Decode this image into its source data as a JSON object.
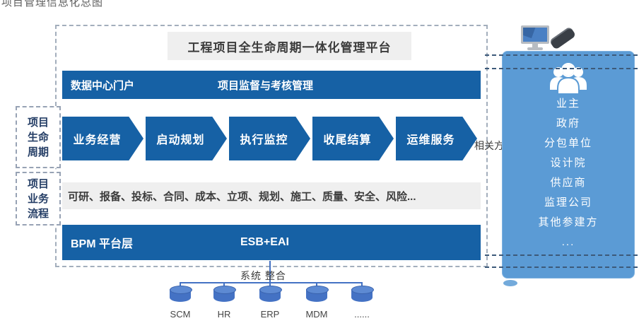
{
  "caption": "项目管理信息化总图",
  "colors": {
    "primary_dark_blue": "#1661a5",
    "stakeholder_panel_blue": "#5b9bd5",
    "cylinder_blue": "#4472c4",
    "bar_gray": "#efefef",
    "text_dark": "#3c3c3c",
    "side_label_navy": "#253e66"
  },
  "platform": {
    "title": "工程项目全生命周期一体化管理平台",
    "portal_bar": {
      "left": "数据中心门户",
      "right": "项目监督与考核管理"
    },
    "lifecycle_label": [
      "项目",
      "生命",
      "周期"
    ],
    "stages": [
      "业务经营",
      "启动规划",
      "执行监控",
      "收尾结算",
      "运维服务"
    ],
    "process_label": [
      "项目",
      "业务",
      "流程"
    ],
    "process_items": "可研、报备、投标、合同、成本、立项、规划、施工、质量、安全、风险...",
    "platform_bar": {
      "left": "BPM  平台层",
      "right": "ESB+EAI"
    }
  },
  "stakeholders": {
    "connector_label": "相关方",
    "icons": {
      "desktop": "desktop-computer-icon",
      "phone": "smartphone-icon",
      "group": "user-group-icon"
    },
    "items": [
      "业主",
      "政府",
      "分包单位",
      "设计院",
      "供应商",
      "监理公司",
      "其他参建方",
      "..."
    ]
  },
  "integration": {
    "label": "系统 整合",
    "systems": [
      "SCM",
      "HR",
      "ERP",
      "MDM",
      "......"
    ]
  }
}
